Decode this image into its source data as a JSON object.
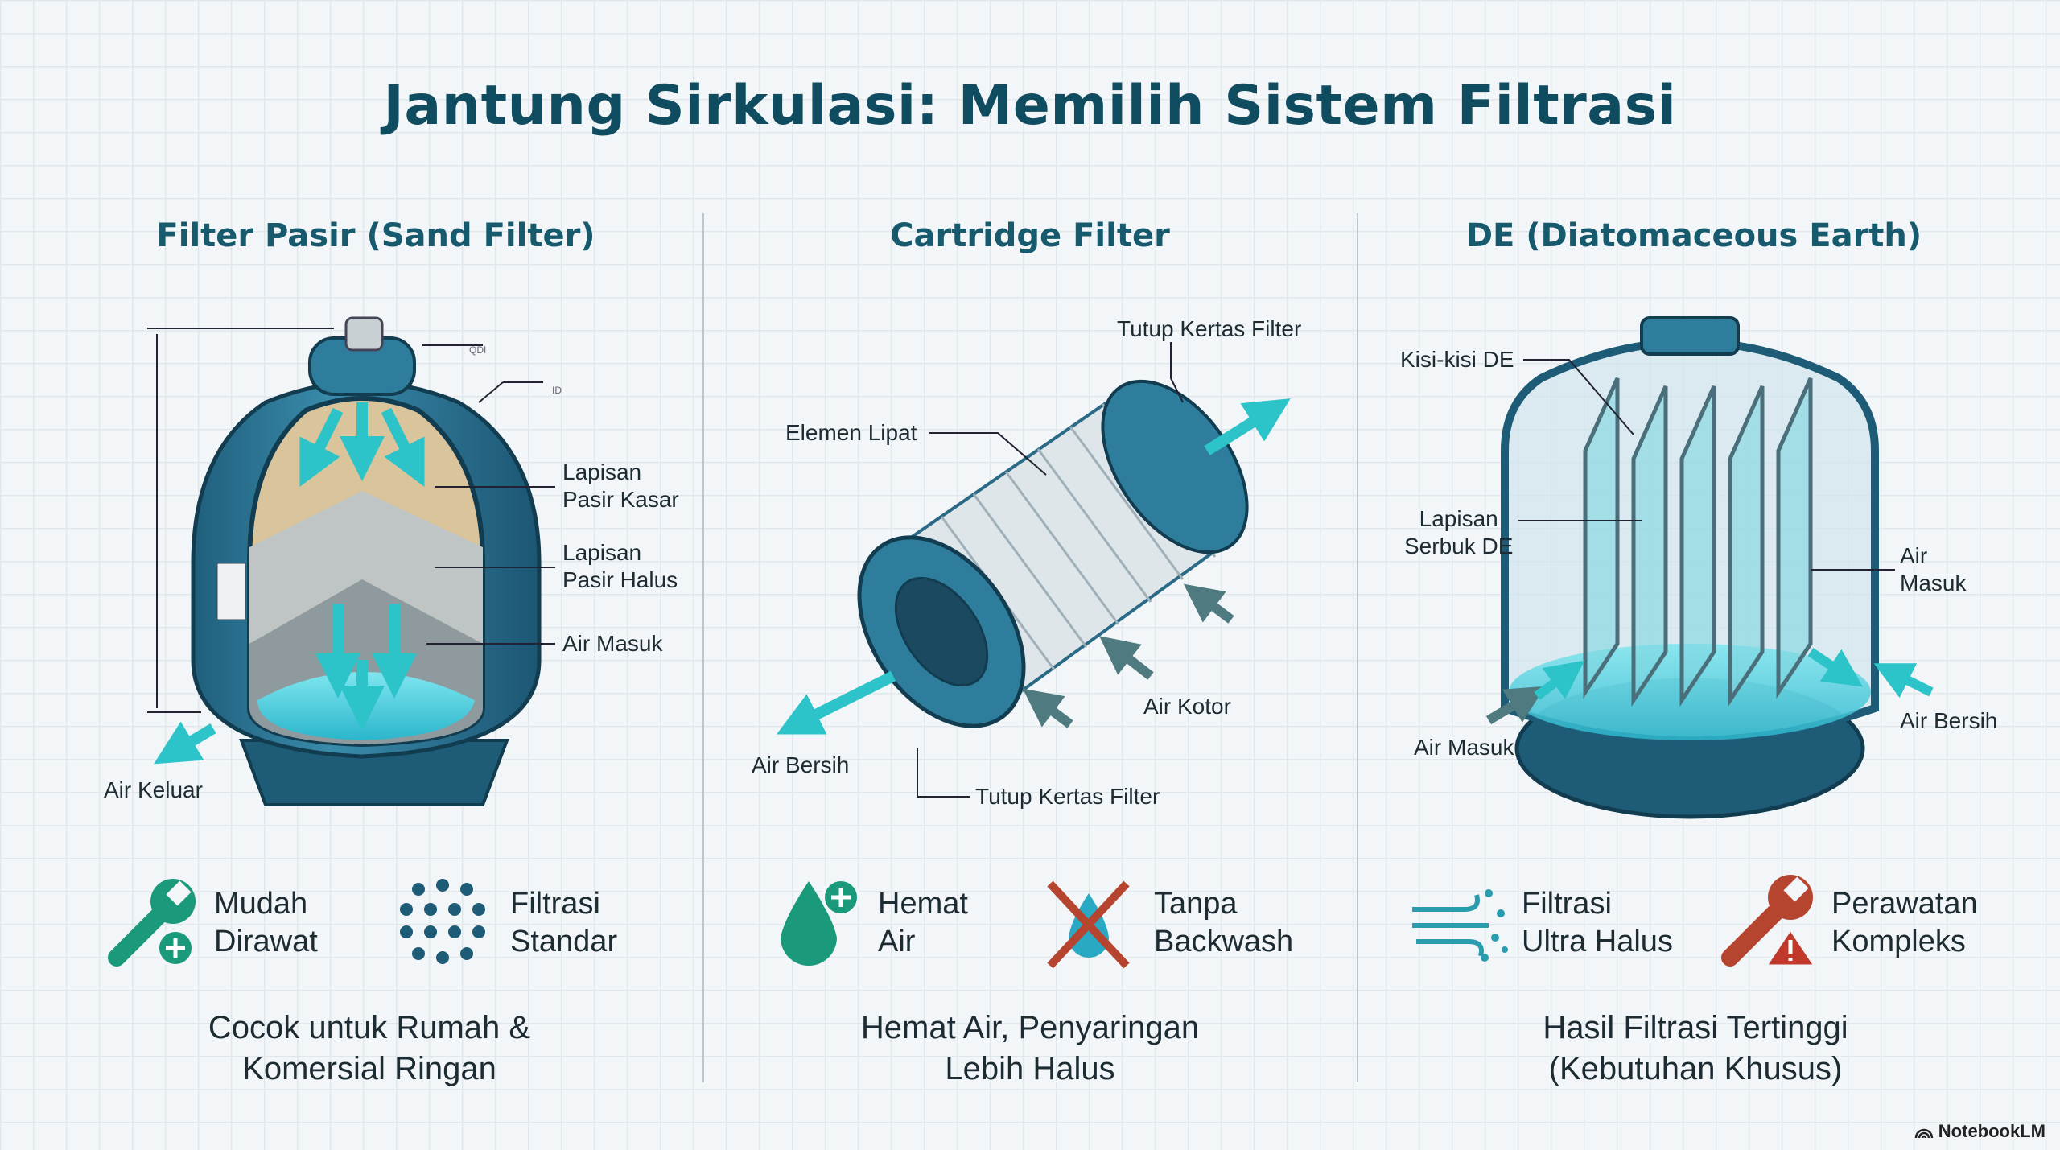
{
  "title": "Jantung Sirkulasi: Memilih Sistem Filtrasi",
  "columns": [
    {
      "heading": "Filter Pasir (Sand Filter)",
      "labels": {
        "coarse_l1": "Lapisan",
        "coarse_l2": "Pasir Kasar",
        "fine_l1": "Lapisan",
        "fine_l2": "Pasir Halus",
        "air_masuk": "Air Masuk",
        "air_keluar": "Air Keluar",
        "valve": "QDI",
        "id": "ID"
      },
      "features": [
        {
          "icon": "wrench-plus-icon",
          "line1": "Mudah",
          "line2": "Dirawat"
        },
        {
          "icon": "dots-grid-icon",
          "line1": "Filtrasi",
          "line2": "Standar"
        }
      ],
      "caption_l1": "Cocok untuk Rumah &",
      "caption_l2": "Komersial Ringan"
    },
    {
      "heading": "Cartridge Filter",
      "labels": {
        "cap_top": "Tutup Kertas Filter",
        "pleat": "Elemen Lipat",
        "dirty": "Air Kotor",
        "clean": "Air Bersih",
        "cap_bottom": "Tutup Kertas Filter"
      },
      "features": [
        {
          "icon": "water-drop-plus-icon",
          "line1": "Hemat",
          "line2": "Air"
        },
        {
          "icon": "no-backwash-icon",
          "line1": "Tanpa",
          "line2": "Backwash"
        }
      ],
      "caption_l1": "Hemat Air, Penyaringan",
      "caption_l2": "Lebih Halus"
    },
    {
      "heading": "DE (Diatomaceous Earth)",
      "labels": {
        "grid": "Kisi-kisi DE",
        "powder_l1": "Lapisan",
        "powder_l2": "Serbuk DE",
        "in_right_l1": "Air",
        "in_right_l2": "Masuk",
        "clean": "Air Bersih",
        "in_left": "Air Masuk"
      },
      "features": [
        {
          "icon": "ultra-fine-particles-icon",
          "line1": "Filtrasi",
          "line2": "Ultra Halus"
        },
        {
          "icon": "wrench-warning-icon",
          "line1": "Perawatan",
          "line2": "Kompleks"
        }
      ],
      "caption_l1": "Hasil Filtrasi Tertinggi",
      "caption_l2": "(Kebutuhan Khusus)"
    }
  ],
  "brand": "NotebookLM",
  "colors": {
    "title": "#0f4c5f",
    "tank": "#2f7d9c",
    "accent": "#2cc3c9",
    "green": "#1a9a7a",
    "red": "#b5452f",
    "warning": "#c0392b"
  }
}
